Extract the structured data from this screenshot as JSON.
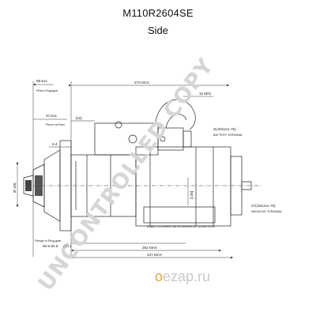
{
  "header": {
    "model": "M110R2604SE",
    "view": "Side"
  },
  "watermark": {
    "text": "UNCONTROLLED COPY",
    "color": "#d6d6d6"
  },
  "logo": {
    "prefix": "o",
    "brand": "ezap",
    "suffix": ".ru",
    "accent": "#e6a23c"
  },
  "dimensions": {
    "pinion_suggest_value": "88.5±1",
    "pinion_suggest_label": "Pinion Engaged",
    "pinion_at_rest_value": "47.5±1",
    "pinion_at_rest_label": "Pinion at Rest",
    "overall_top": "273 MAX",
    "bracket_gap": "[42]",
    "stud_top": "16 MIN",
    "battery_terminal_spec": "S(cM12x1.75)",
    "battery_terminal_label": "BATTERY TERMINAL",
    "flange_thickness": "6.4",
    "pilot_diameter": "Ø 108",
    "center_dim": "[145]",
    "negative_terminal_spec": "27(cM12x1.75)",
    "negative_terminal_label": "NEGATIVE TERMINAL",
    "label_note": "LABEL COVERED WITH ADHESIVE CLEAR FILM",
    "flange_to_ring_label": "Flange to Ring-gear",
    "flange_to_ring_value": "90.5-92.5",
    "tolerance_box": "▢0.1",
    "length_292": "292 MAX",
    "length_347": "347 MAX"
  }
}
